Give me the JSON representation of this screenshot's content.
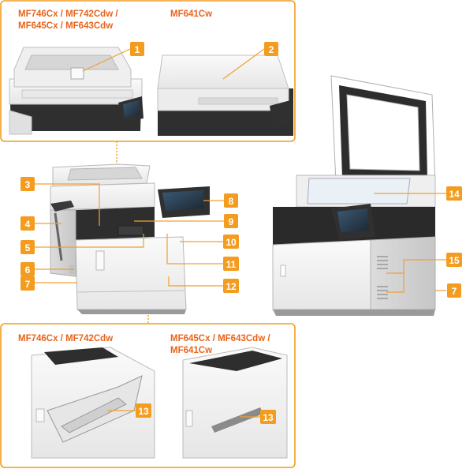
{
  "top_panel": {
    "label_left_line1": "MF746Cx / MF742Cdw /",
    "label_left_line2": "MF645Cx / MF643Cdw",
    "label_right": "MF641Cw"
  },
  "bottom_panel": {
    "label_left": "MF746Cx / MF742Cdw",
    "label_right_line1": "MF645Cx / MF643Cdw /",
    "label_right_line2": "MF641Cw"
  },
  "callouts": [
    "1",
    "2",
    "3",
    "4",
    "5",
    "6",
    "7",
    "8",
    "9",
    "10",
    "11",
    "12",
    "13",
    "13",
    "14",
    "15",
    "7"
  ],
  "colors": {
    "accent": "#f39c1f",
    "label": "#e8641c",
    "line": "#f0a030",
    "device_light": "#f2f2f2",
    "device_mid": "#d9d9d9",
    "device_dark": "#3a3a3a"
  }
}
